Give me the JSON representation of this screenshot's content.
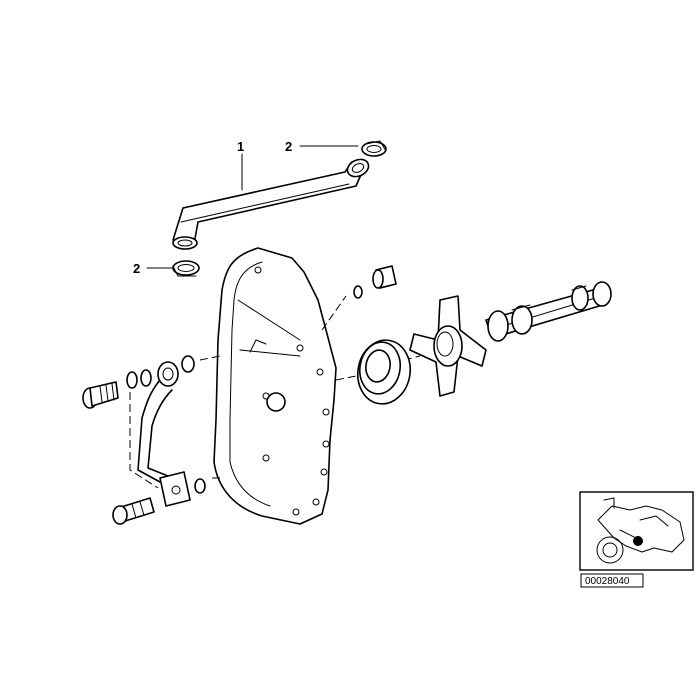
{
  "callouts": [
    {
      "id": "hose",
      "label": "1"
    },
    {
      "id": "clamp-upper",
      "label": "2"
    },
    {
      "id": "clamp-lower",
      "label": "2"
    }
  ],
  "inset": {
    "reference_number": "00028040"
  }
}
